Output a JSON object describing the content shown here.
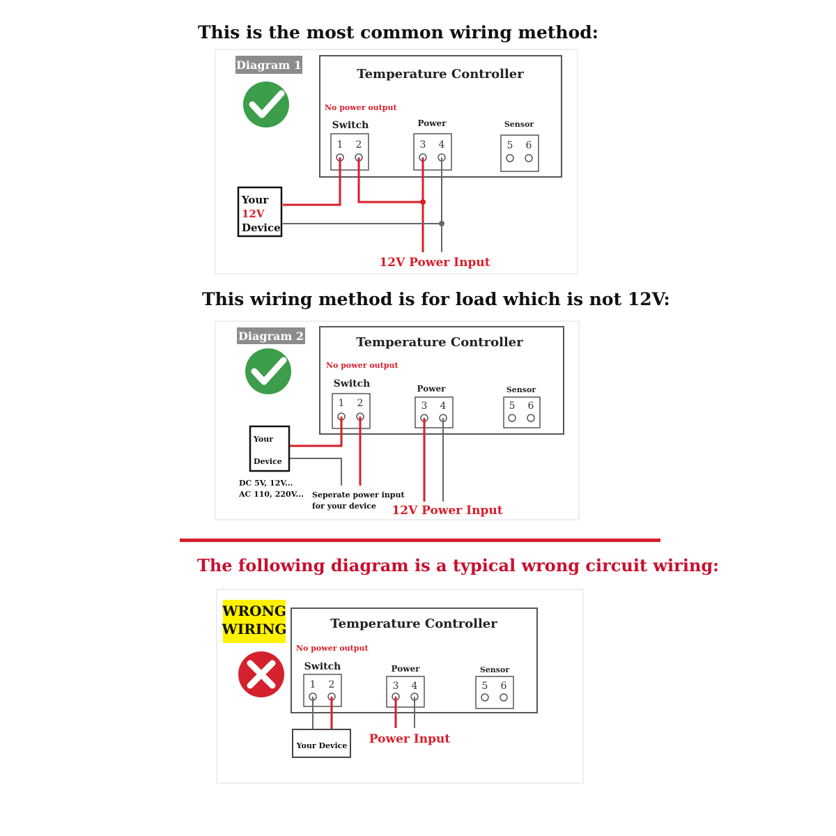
{
  "headings": {
    "common": "This is the most common wiring method:",
    "not12v": "This wiring method is for load which is not 12V:",
    "wrong": "The following diagram is a typical wrong circuit wiring:"
  },
  "diagram1": {
    "badge": "Diagram 1",
    "controller_title": "Temperature Controller",
    "no_power": "No power output",
    "switch_label": "Switch",
    "power_label": "Power",
    "sensor_label": "Sensor",
    "terminals": [
      "1",
      "2",
      "3",
      "4",
      "5",
      "6"
    ],
    "device_line1": "Your",
    "device_line2": "12V",
    "device_line3": "Device",
    "power_input": "12V Power Input"
  },
  "diagram2": {
    "badge": "Diagram 2",
    "controller_title": "Temperature Controller",
    "no_power": "No power output",
    "switch_label": "Switch",
    "power_label": "Power",
    "sensor_label": "Sensor",
    "terminals": [
      "1",
      "2",
      "3",
      "4",
      "5",
      "6"
    ],
    "device_line1": "Your",
    "device_line2": "Device",
    "dc_note": "DC 5V, 12V...",
    "ac_note": "AC 110, 220V...",
    "separate_line1": "Seperate power input",
    "separate_line2": "for your device",
    "power_input": "12V Power Input"
  },
  "diagram3": {
    "wrong_line1": "WRONG",
    "wrong_line2": "WIRING",
    "controller_title": "Temperature Controller",
    "no_power": "No power output",
    "switch_label": "Switch",
    "power_label": "Power",
    "sensor_label": "Sensor",
    "terminals": [
      "1",
      "2",
      "3",
      "4",
      "5",
      "6"
    ],
    "device": "Your Device",
    "power_input": "Power Input"
  },
  "colors": {
    "wire_red": "#d81e2a",
    "wire_gray": "#666666",
    "check_green": "#3c9d4a",
    "cross_red": "#d3212e",
    "badge_gray": "#8c8c8c",
    "highlight_yellow": "#fff200"
  }
}
